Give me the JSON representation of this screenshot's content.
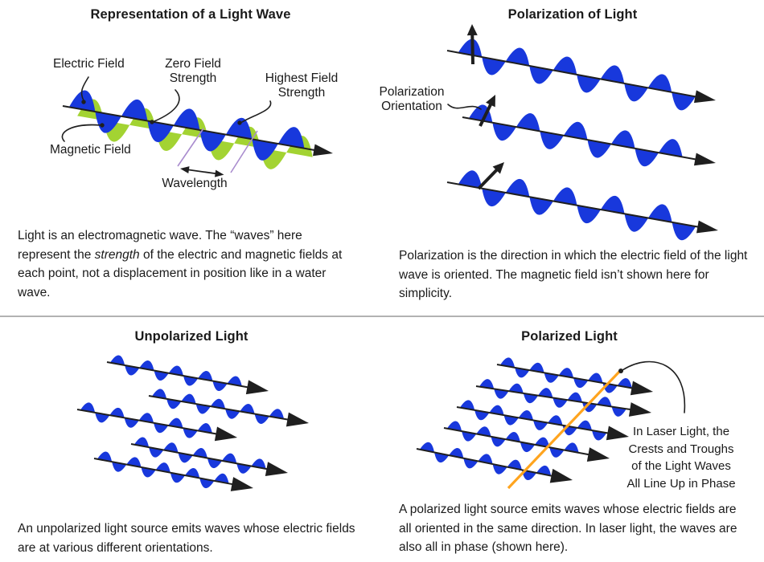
{
  "colors": {
    "wave_blue": "#1838DC",
    "wave_green": "#A3D332",
    "ink": "#1f1f1f",
    "orange_line": "#FFA41E",
    "wavelength_marker_purple": "#A98CCE",
    "divider_gray": "#B2B2B2",
    "background": "#FFFFFF"
  },
  "top_left": {
    "title": "Representation of a Light Wave",
    "labels": {
      "electric_field": "Electric Field",
      "zero_field_line1": "Zero Field",
      "zero_field_line2": "Strength",
      "highest_field_line1": "Highest Field",
      "highest_field_line2": "Strength",
      "magnetic_field": "Magnetic Field",
      "wavelength": "Wavelength"
    },
    "caption_parts": {
      "before_italic": "Light is an electromagnetic wave. The “waves” here represent the ",
      "italic": "strength",
      "after_italic": " of the electric and magnetic fields at each point, not a displacement in position like in a water wave."
    }
  },
  "top_right": {
    "title": "Polarization of Light",
    "labels": {
      "polarization_orientation_line1": "Polarization",
      "polarization_orientation_line2": "Orientation"
    },
    "caption": "Polarization is the direction in which the electric field of the light wave is oriented. The magnetic field isn’t shown here for simplicity."
  },
  "bottom_left": {
    "title": "Unpolarized Light",
    "caption": "An unpolarized light source emits waves whose electric fields are at various different orientations."
  },
  "bottom_right": {
    "title": "Polarized Light",
    "annotation_lines": [
      "In Laser Light, the",
      "Crests and Troughs",
      "of the Light Waves",
      "All Line Up in Phase"
    ],
    "caption": "A polarized light source emits waves whose electric fields are all oriented in the same direction. In laser light, the waves are also all in phase (shown here)."
  }
}
